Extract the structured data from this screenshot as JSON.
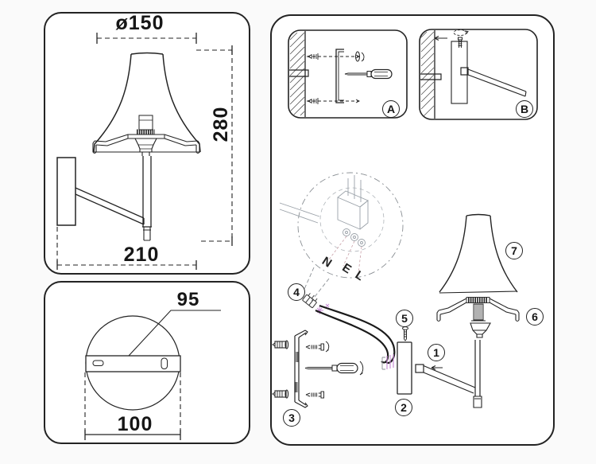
{
  "front_view": {
    "diameter_label": "ø150",
    "height_label": "280",
    "projection_label": "210"
  },
  "back_view": {
    "bar_length_label": "95",
    "plate_width_label": "100"
  },
  "assembly": {
    "step_labels": {
      "a": "A",
      "b": "B"
    },
    "part_labels": {
      "p1": "1",
      "p2": "2",
      "p3": "3",
      "p4": "4",
      "p5": "5",
      "p6": "6",
      "p7": "7"
    },
    "terminal_labels": {
      "n": "N",
      "e": "E",
      "l": "L"
    }
  },
  "colors": {
    "line": "#232323",
    "sketch": "#9aa1a8",
    "accent": "#c98fd6"
  }
}
